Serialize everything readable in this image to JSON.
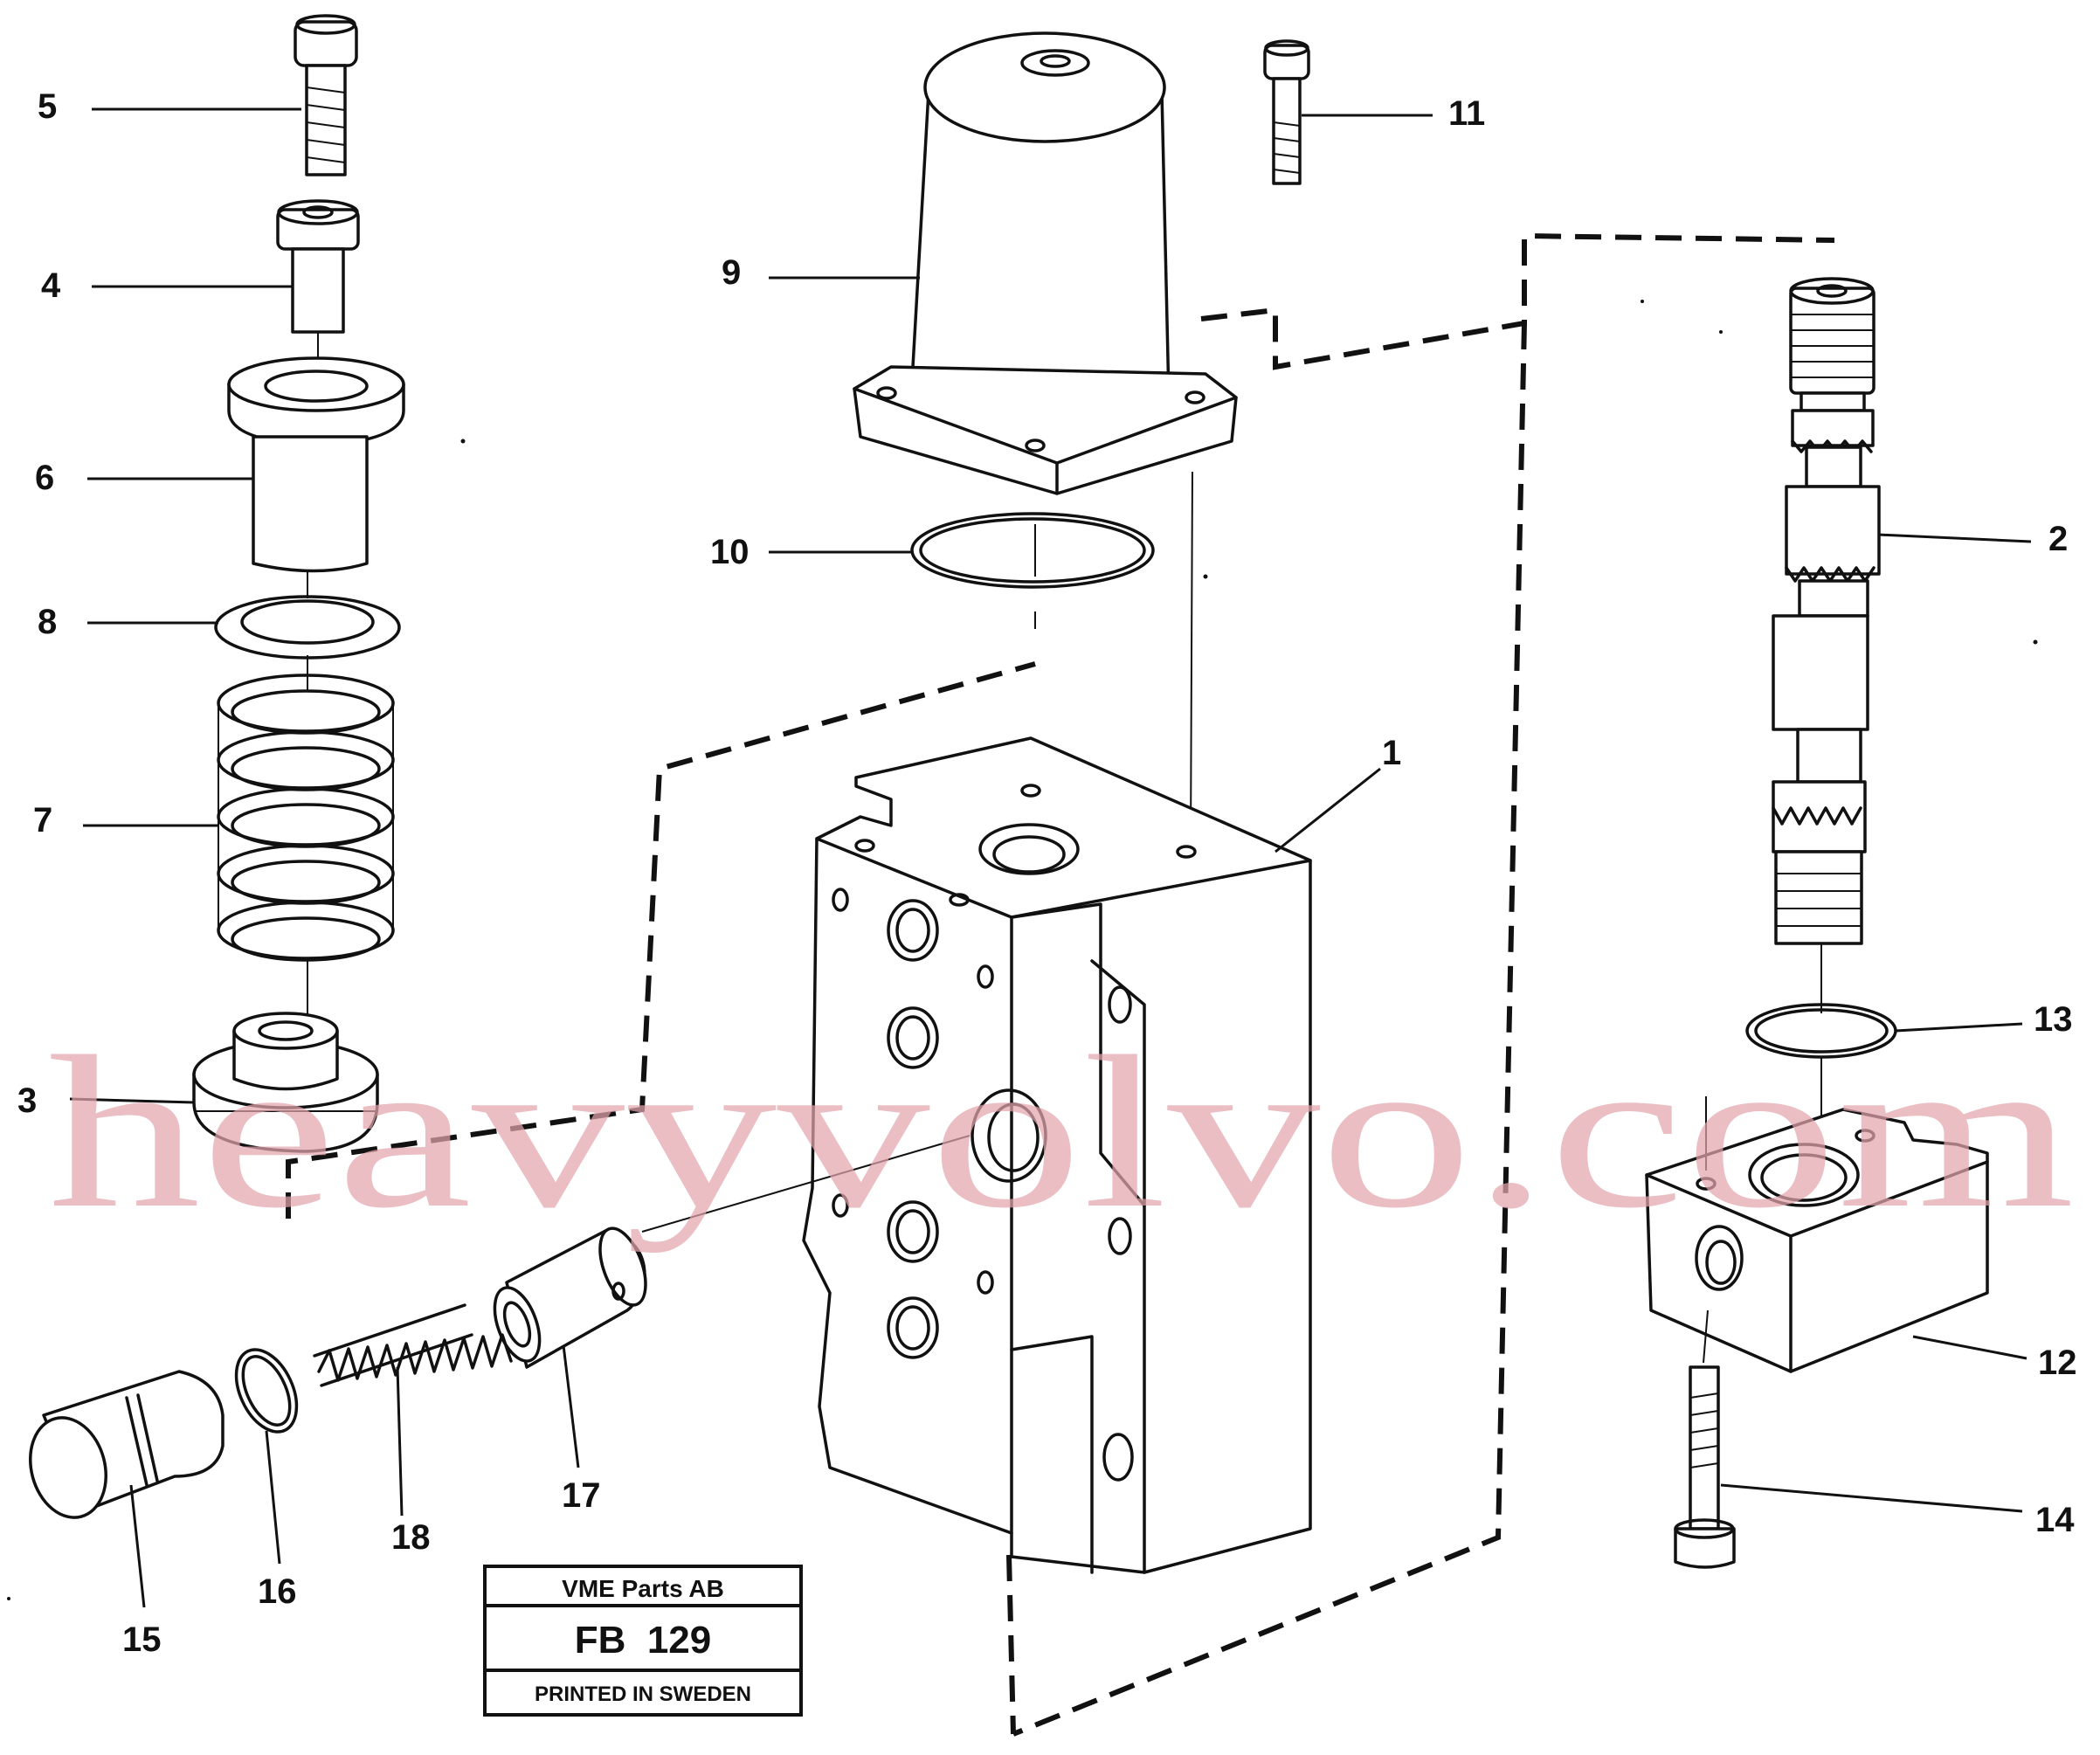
{
  "diagram": {
    "callouts": [
      "1",
      "2",
      "3",
      "4",
      "5",
      "6",
      "7",
      "8",
      "9",
      "10",
      "11",
      "12",
      "13",
      "14",
      "15",
      "16",
      "17",
      "18"
    ]
  },
  "stamp": {
    "company": "VME Parts AB",
    "code": "FB  129",
    "printed": "PRINTED IN SWEDEN"
  },
  "watermark": {
    "text": "heavyvolvo.com"
  }
}
